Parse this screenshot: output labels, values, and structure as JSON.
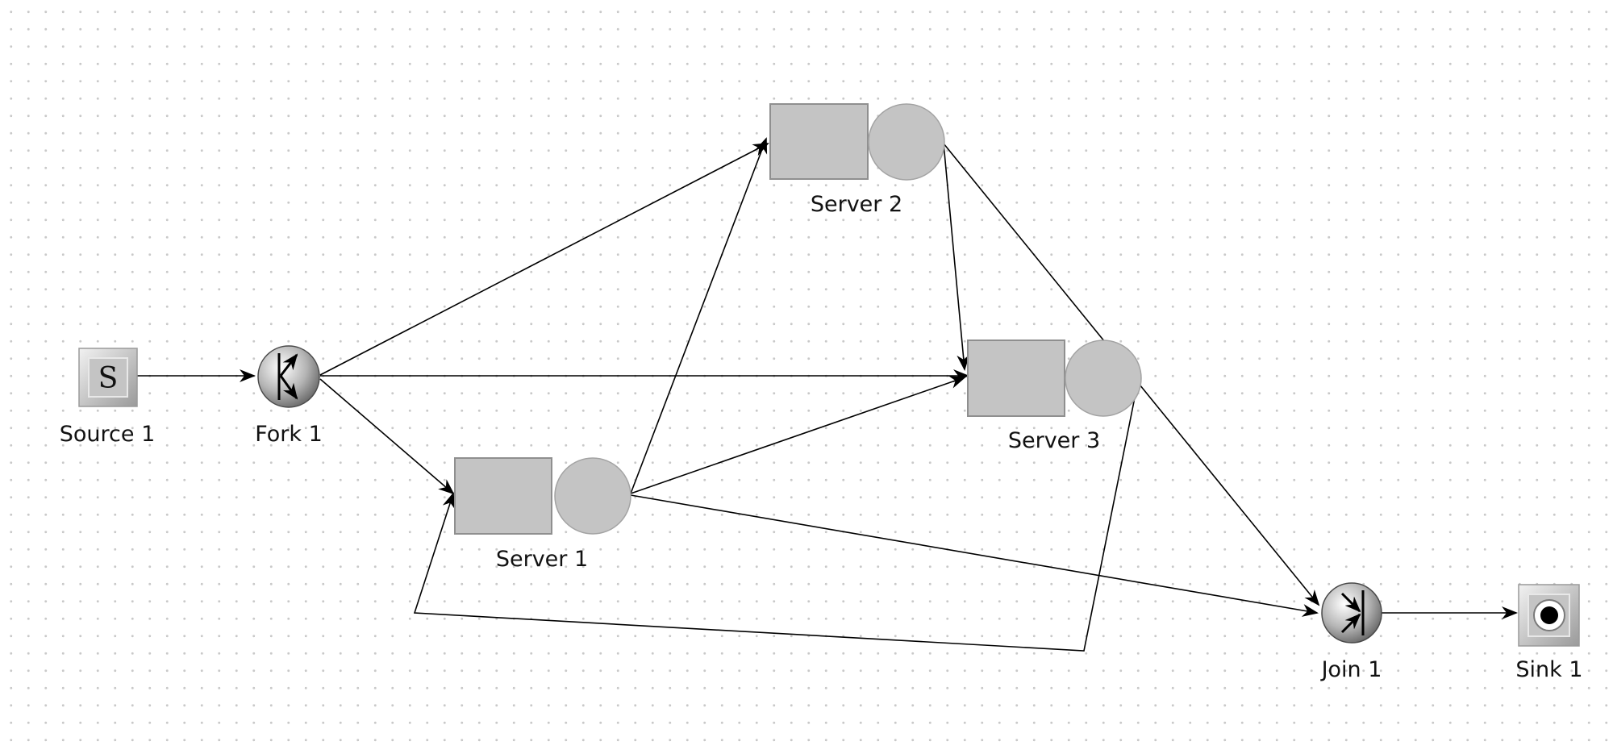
{
  "diagram": {
    "nodes": {
      "source1": {
        "label": "Source 1",
        "glyph": "S",
        "kind": "source"
      },
      "fork1": {
        "label": "Fork 1",
        "kind": "fork"
      },
      "server1": {
        "label": "Server 1",
        "kind": "server"
      },
      "server2": {
        "label": "Server 2",
        "kind": "server"
      },
      "server3": {
        "label": "Server 3",
        "kind": "server"
      },
      "join1": {
        "label": "Join 1",
        "kind": "join"
      },
      "sink1": {
        "label": "Sink 1",
        "kind": "sink"
      }
    },
    "edges": [
      {
        "from": "Source 1",
        "to": "Fork 1"
      },
      {
        "from": "Fork 1",
        "to": "Server 2"
      },
      {
        "from": "Fork 1",
        "to": "Server 3"
      },
      {
        "from": "Fork 1",
        "to": "Server 1"
      },
      {
        "from": "Server 1",
        "to": "Server 2"
      },
      {
        "from": "Server 1",
        "to": "Server 3"
      },
      {
        "from": "Server 1",
        "to": "Join 1"
      },
      {
        "from": "Server 2",
        "to": "Server 3"
      },
      {
        "from": "Server 2",
        "to": "Join 1"
      },
      {
        "from": "Server 3",
        "to": "Server 1"
      },
      {
        "from": "Join 1",
        "to": "Sink 1"
      }
    ],
    "colors": {
      "node_fill": "#c4c4c4",
      "edge": "#000000",
      "grid_dot": "#c9c9c9"
    }
  }
}
